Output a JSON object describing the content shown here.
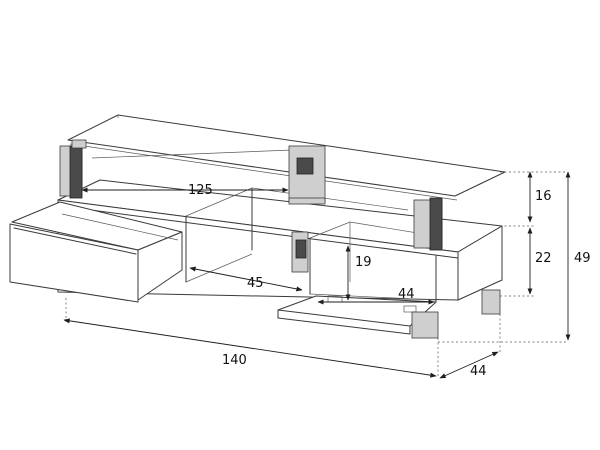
{
  "diagram": {
    "dimensions": {
      "inner_width": "125",
      "drawer_depth": "45",
      "flap_height": "19",
      "flap_width": "44",
      "overall_width": "140",
      "depth": "44",
      "shelf_gap": "16",
      "body_height": "22",
      "total_height": "49"
    }
  },
  "colors": {
    "line": "#3a3a3a",
    "dimension": "#1e1e1e",
    "post_dark": "#4a4a4a"
  }
}
